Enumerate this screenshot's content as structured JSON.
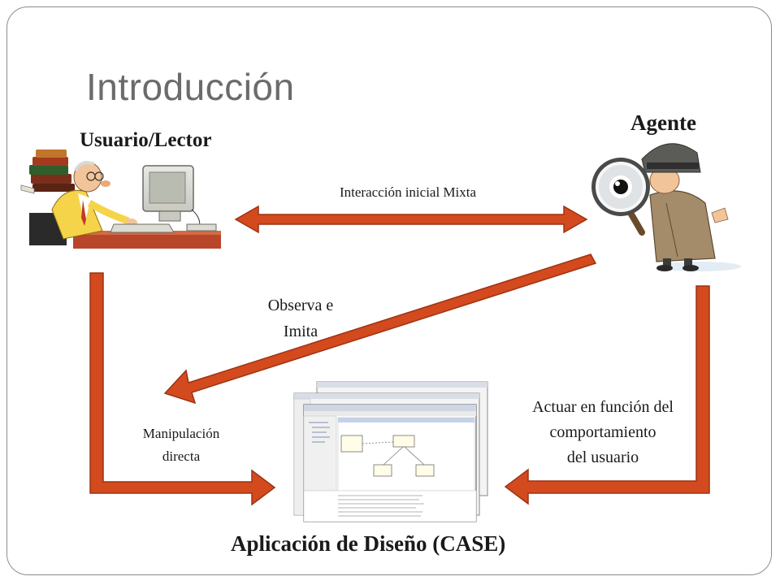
{
  "slide": {
    "title": "Introducción"
  },
  "actors": {
    "user": "Usuario/Lector",
    "agent": "Agente",
    "application": "Aplicación de Diseño (CASE)"
  },
  "edges": {
    "interaction": "Interacción inicial Mixta",
    "observe_line1": "Observa e",
    "observe_line2": "Imita",
    "manipulation_line1": "Manipulación",
    "manipulation_line2": "directa",
    "act_line1": "Actuar en función del",
    "act_line2": "comportamiento",
    "act_line3": "del usuario"
  },
  "colors": {
    "arrow": "#d24a1e",
    "arrow_edge": "#9e3212",
    "title": "#6b6b6b"
  },
  "icons": {
    "user": "person-at-computer-with-books-illustration",
    "agent": "detective-with-magnifying-glass-illustration",
    "application": "stacked-case-tool-window-screenshots"
  }
}
